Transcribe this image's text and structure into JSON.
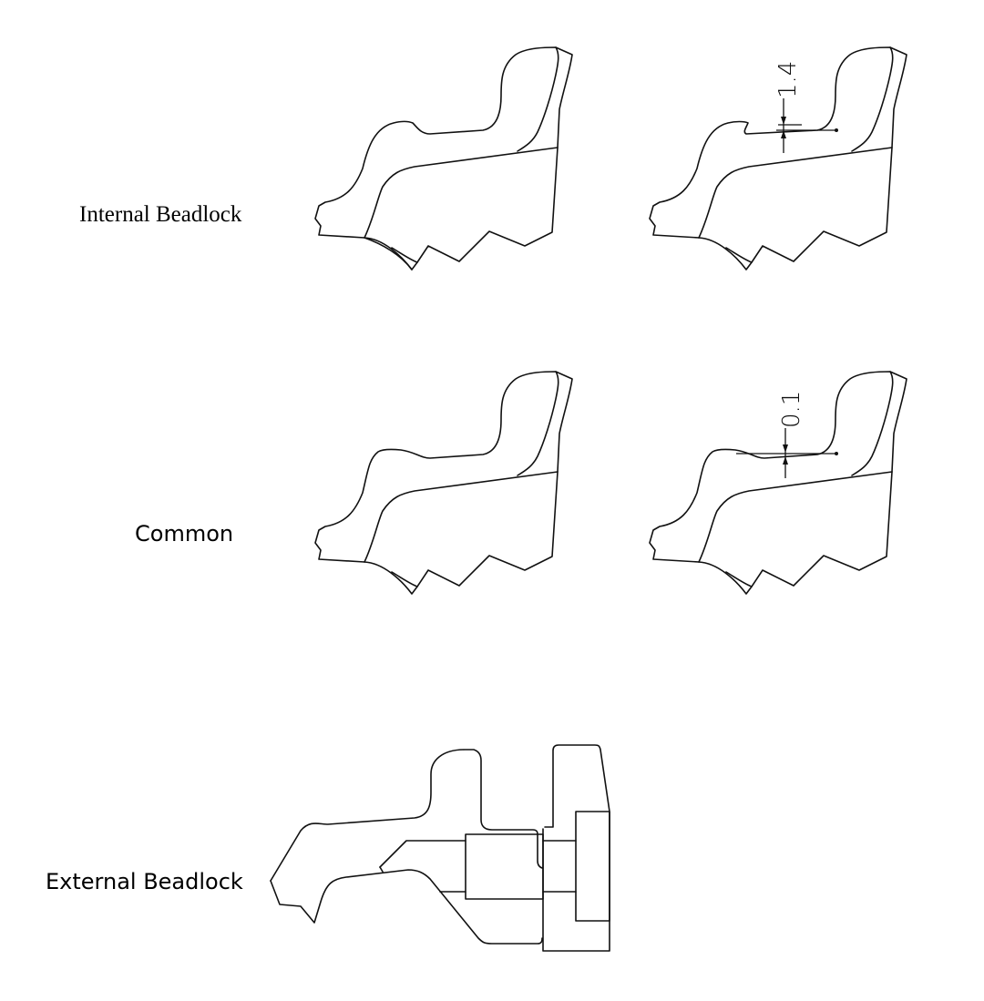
{
  "figure": {
    "rows": [
      {
        "label": "Internal Beadlock",
        "left_profile": "internal-beadlock-section",
        "right_profile": "internal-beadlock-section-dimensioned",
        "dimension": "1.4"
      },
      {
        "label": "Common",
        "left_profile": "common-rim-section",
        "right_profile": "common-rim-section-dimensioned",
        "dimension": "0.1"
      },
      {
        "label": "External Beadlock",
        "left_profile": "external-beadlock-assembly"
      }
    ],
    "colors": {
      "line": "#111111",
      "background": "#ffffff"
    }
  }
}
